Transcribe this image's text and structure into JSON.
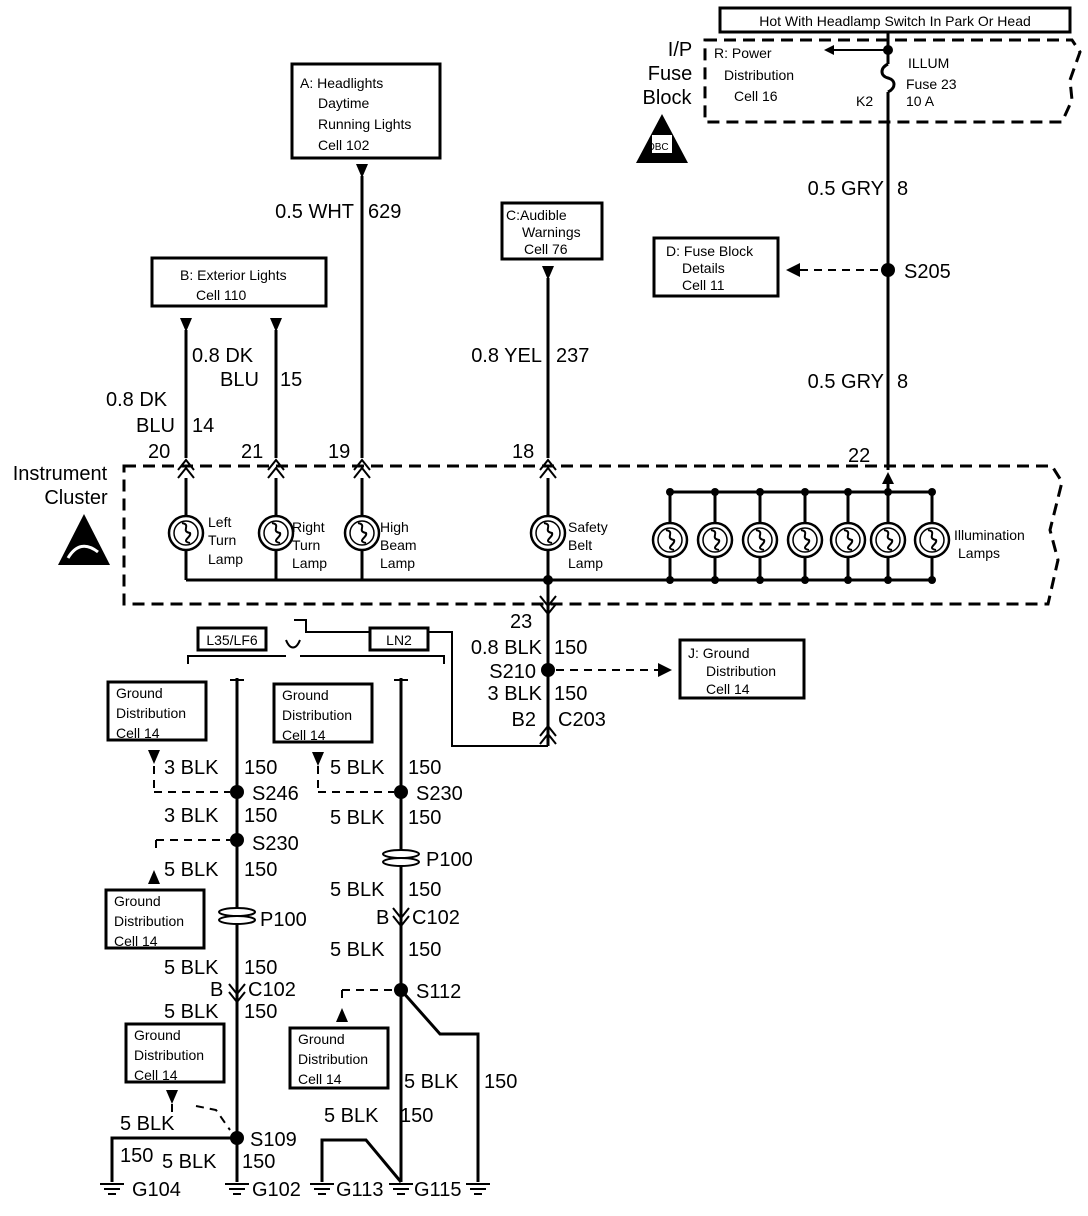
{
  "hot_label": "Hot With Headlamp Switch In Park Or Head",
  "fuse_block": {
    "name_lines": [
      "I/P",
      "Fuse",
      "Block"
    ],
    "fuse_name": "ILLUM",
    "fuse_num": "Fuse 23",
    "fuse_amp": "10 A",
    "terminal": "K2",
    "icon_text": "OBC II"
  },
  "refs": {
    "R": [
      "R: Power",
      "Distribution",
      "Cell 16"
    ],
    "A": [
      "A: Headlights",
      "Daytime",
      "Running Lights",
      "Cell 102"
    ],
    "B": [
      "B: Exterior Lights",
      "Cell 110"
    ],
    "C": [
      "C:Audible",
      "Warnings",
      "Cell 76"
    ],
    "D": [
      "D: Fuse Block",
      "Details",
      "Cell 11"
    ],
    "J": [
      "J: Ground",
      "Distribution",
      "Cell 14"
    ],
    "G": [
      "Ground",
      "Distribution",
      "Cell 14"
    ]
  },
  "wires": {
    "w629_a": "0.5 WHT",
    "w629_b": "629",
    "w8_top_a": "0.5 GRY",
    "w8_top_b": "8",
    "w8_bot_a": "0.5 GRY",
    "w8_bot_b": "8",
    "w15_a": "0.8 DK",
    "w15_b": "BLU",
    "w15_c": "15",
    "w14_a": "0.8 DK",
    "w14_b": "BLU",
    "w14_c": "14",
    "w237_a": "0.8 YEL",
    "w237_b": "237",
    "w150_08": "0.8 BLK",
    "w150_3": "3 BLK",
    "w150_5": "5 BLK",
    "w150_num": "150",
    "w5": "5 BLK"
  },
  "pins": {
    "p20": "20",
    "p21": "21",
    "p19": "19",
    "p18": "18",
    "p22": "22",
    "p23": "23",
    "pB2": "B2",
    "pB": "B"
  },
  "cluster": {
    "name_lines": [
      "Instrument",
      "Cluster"
    ]
  },
  "lamps": {
    "left": [
      "Left",
      "Turn",
      "Lamp"
    ],
    "right": [
      "Right",
      "Turn",
      "Lamp"
    ],
    "high": [
      "High",
      "Beam",
      "Lamp"
    ],
    "belt": [
      "Safety",
      "Belt",
      "Lamp"
    ],
    "illum": [
      "Illumination",
      "Lamps"
    ]
  },
  "splices": {
    "S205": "S205",
    "S210": "S210",
    "S246": "S246",
    "S230": "S230",
    "S112": "S112",
    "S109": "S109"
  },
  "connectors": {
    "C203": "C203",
    "C102": "C102",
    "P100": "P100"
  },
  "options": {
    "left": "L35/LF6",
    "right": "LN2"
  },
  "grounds": {
    "G104": "G104",
    "G102": "G102",
    "G113": "G113",
    "G115": "G115"
  }
}
